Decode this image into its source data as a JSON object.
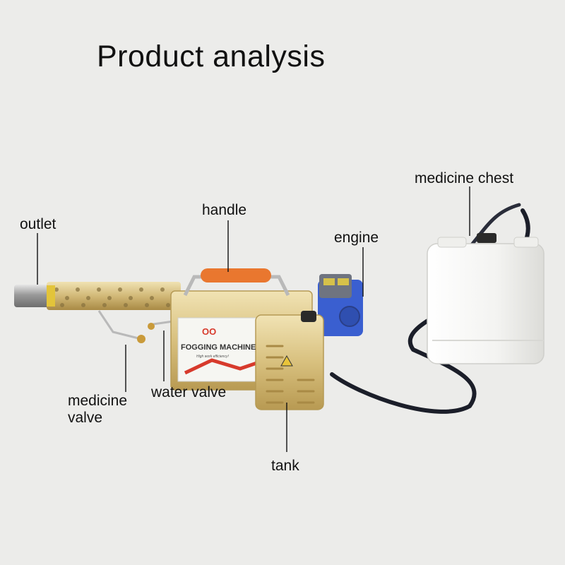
{
  "title": "Product analysis",
  "labels": {
    "outlet": "outlet",
    "handle": "handle",
    "engine": "engine",
    "medicine_chest": "medicine chest",
    "medicine_valve": "medicine\nvalve",
    "water_valve": "water valve",
    "tank": "tank"
  },
  "product": {
    "brand_text": "FOGGING MACHINE",
    "tagline": "High work efficiency!",
    "logo_text": "OO"
  },
  "colors": {
    "background": "#ececea",
    "gold_body": "#d8c07e",
    "handle_orange": "#e9772f",
    "engine_blue": "#3a5fd0",
    "chest_white": "#f7f7f5",
    "hose_black": "#1b1e29",
    "logo_red": "#d73a2c"
  }
}
